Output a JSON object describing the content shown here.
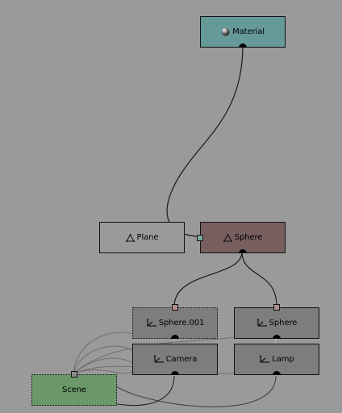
{
  "nodes": {
    "material": {
      "label": "Material",
      "icon": "material-sphere-icon",
      "color": "#669a99"
    },
    "plane": {
      "label": "Plane",
      "icon": "mesh-icon",
      "color": "#9a9a9a"
    },
    "sphere_mesh": {
      "label": "Sphere",
      "icon": "mesh-icon",
      "color": "#775f5f"
    },
    "sphere001": {
      "label": "Sphere.001",
      "icon": "object-axes-icon",
      "color": "#7d7d7d"
    },
    "sphere_obj": {
      "label": "Sphere",
      "icon": "object-axes-icon",
      "color": "#7d7d7d"
    },
    "camera": {
      "label": "Camera",
      "icon": "object-axes-icon",
      "color": "#7d7d7d"
    },
    "lamp": {
      "label": "Lamp",
      "icon": "object-axes-icon",
      "color": "#7d7d7d"
    },
    "scene": {
      "label": "Scene",
      "icon": "",
      "color": "#6a9869"
    }
  },
  "colors": {
    "background": "#9a9a9a",
    "link": "#1a1a1a",
    "link_light": "#7a7a7a"
  }
}
